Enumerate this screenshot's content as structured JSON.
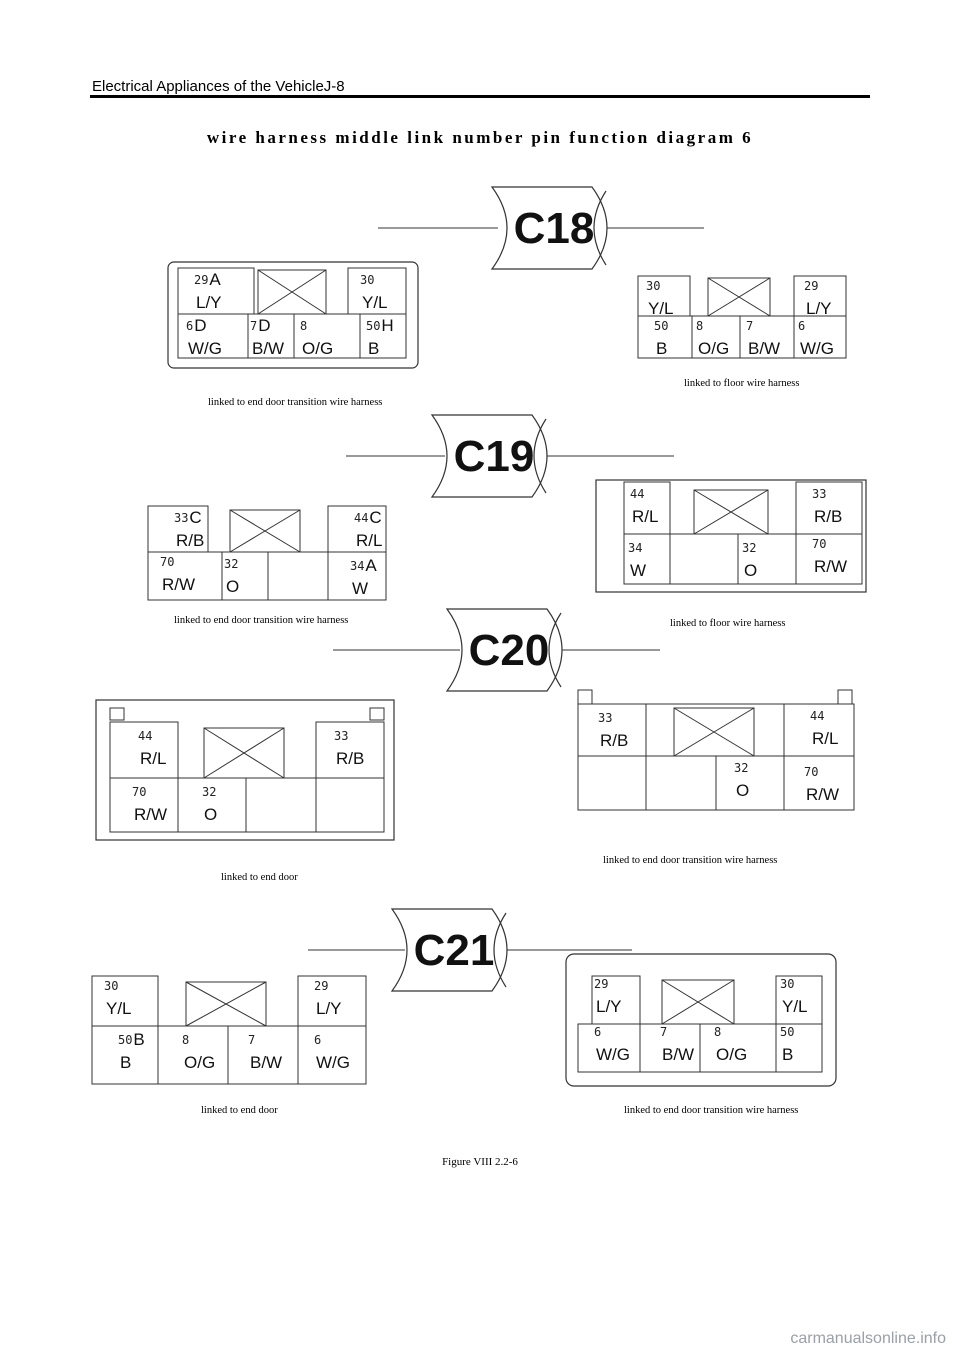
{
  "header": "Electrical Appliances of the VehicleJ-8",
  "title": "wire harness middle link number pin function diagram   6",
  "figure_caption": "Figure VIII  2.2-6",
  "footer": "carmanualsonline.info",
  "connectors": [
    {
      "id": "C18",
      "left": {
        "caption": "linked to end door transition wire harness",
        "pins": [
          {
            "num": "29",
            "letter": "A",
            "color": "L/Y"
          },
          {
            "num": "30",
            "letter": "",
            "color": "Y/L"
          },
          {
            "num": "6",
            "letter": "D",
            "color": "W/G"
          },
          {
            "num": "7",
            "letter": "D",
            "color": "B/W"
          },
          {
            "num": "8",
            "letter": "",
            "color": "O/G"
          },
          {
            "num": "50",
            "letter": "H",
            "color": "B"
          }
        ]
      },
      "right": {
        "caption": "linked to floor wire harness",
        "pins": [
          {
            "num": "30",
            "letter": "",
            "color": "Y/L"
          },
          {
            "num": "29",
            "letter": "",
            "color": "L/Y"
          },
          {
            "num": "50",
            "letter": "",
            "color": "B"
          },
          {
            "num": "8",
            "letter": "",
            "color": "O/G"
          },
          {
            "num": "7",
            "letter": "",
            "color": "B/W"
          },
          {
            "num": "6",
            "letter": "",
            "color": "W/G"
          }
        ]
      }
    },
    {
      "id": "C19",
      "left": {
        "caption": "linked to end door transition wire harness",
        "pins": [
          {
            "num": "33",
            "letter": "C",
            "color": "R/B"
          },
          {
            "num": "44",
            "letter": "C",
            "color": "R/L"
          },
          {
            "num": "70",
            "letter": "",
            "color": "R/W"
          },
          {
            "num": "32",
            "letter": "",
            "color": "O"
          },
          {
            "num": "34",
            "letter": "A",
            "color": "W"
          }
        ]
      },
      "right": {
        "caption": "linked to floor wire harness",
        "pins": [
          {
            "num": "44",
            "letter": "",
            "color": "R/L"
          },
          {
            "num": "33",
            "letter": "",
            "color": "R/B"
          },
          {
            "num": "34",
            "letter": "",
            "color": "W"
          },
          {
            "num": "32",
            "letter": "",
            "color": "O"
          },
          {
            "num": "70",
            "letter": "",
            "color": "R/W"
          }
        ]
      }
    },
    {
      "id": "C20",
      "left": {
        "caption": "linked to end door",
        "pins": [
          {
            "num": "44",
            "letter": "",
            "color": "R/L"
          },
          {
            "num": "33",
            "letter": "",
            "color": "R/B"
          },
          {
            "num": "70",
            "letter": "",
            "color": "R/W"
          },
          {
            "num": "32",
            "letter": "",
            "color": "O"
          }
        ]
      },
      "right": {
        "caption": "linked to end door transition wire harness",
        "pins": [
          {
            "num": "33",
            "letter": "",
            "color": "R/B"
          },
          {
            "num": "44",
            "letter": "",
            "color": "R/L"
          },
          {
            "num": "32",
            "letter": "",
            "color": "O"
          },
          {
            "num": "70",
            "letter": "",
            "color": "R/W"
          }
        ]
      }
    },
    {
      "id": "C21",
      "left": {
        "caption": "linked to end door",
        "pins": [
          {
            "num": "30",
            "letter": "",
            "color": "Y/L"
          },
          {
            "num": "29",
            "letter": "",
            "color": "L/Y"
          },
          {
            "num": "50",
            "letter": "B",
            "color": "B"
          },
          {
            "num": "8",
            "letter": "",
            "color": "O/G"
          },
          {
            "num": "7",
            "letter": "",
            "color": "B/W"
          },
          {
            "num": "6",
            "letter": "",
            "color": "W/G"
          }
        ]
      },
      "right": {
        "caption": "linked to end door transition wire harness",
        "pins": [
          {
            "num": "29",
            "letter": "",
            "color": "L/Y"
          },
          {
            "num": "30",
            "letter": "",
            "color": "Y/L"
          },
          {
            "num": "6",
            "letter": "",
            "color": "W/G"
          },
          {
            "num": "7",
            "letter": "",
            "color": "B/W"
          },
          {
            "num": "8",
            "letter": "",
            "color": "O/G"
          },
          {
            "num": "50",
            "letter": "",
            "color": "B"
          }
        ]
      }
    }
  ]
}
